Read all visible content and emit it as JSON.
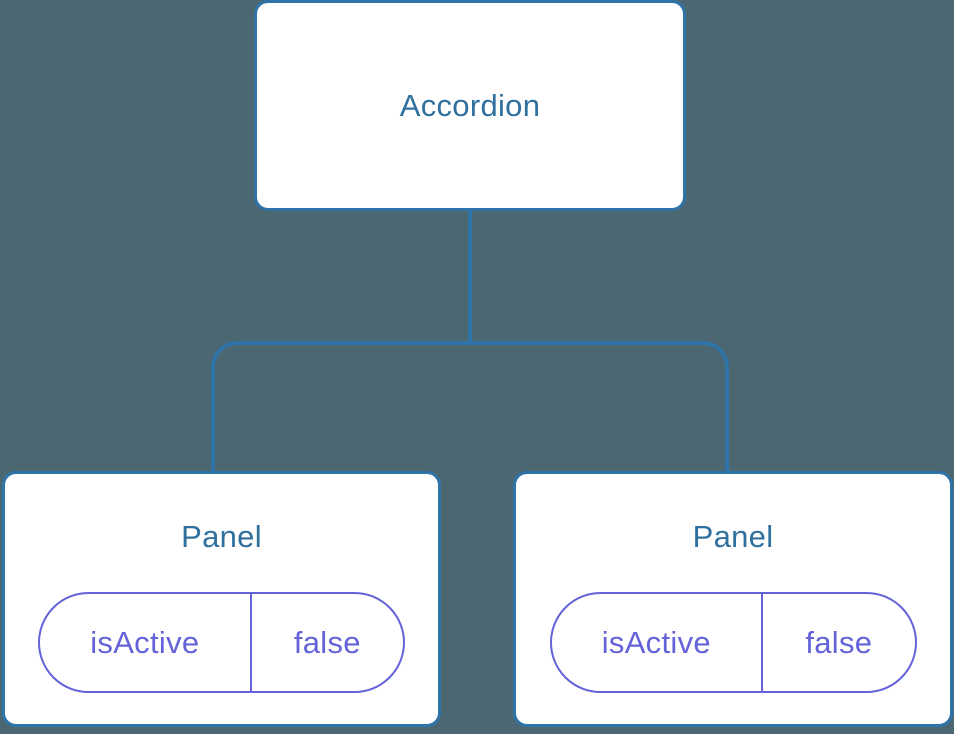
{
  "diagram": {
    "type": "component-tree",
    "root": {
      "label": "Accordion"
    },
    "children": [
      {
        "label": "Panel",
        "state": {
          "name": "isActive",
          "value": "false"
        }
      },
      {
        "label": "Panel",
        "state": {
          "name": "isActive",
          "value": "false"
        }
      }
    ]
  },
  "colors": {
    "background": "#4b6771",
    "connector_line": "#2e74a8",
    "node_border": "#2e74a8",
    "node_background": "#ffffff",
    "node_text": "#30709e",
    "state_accent": "#6463d9"
  }
}
